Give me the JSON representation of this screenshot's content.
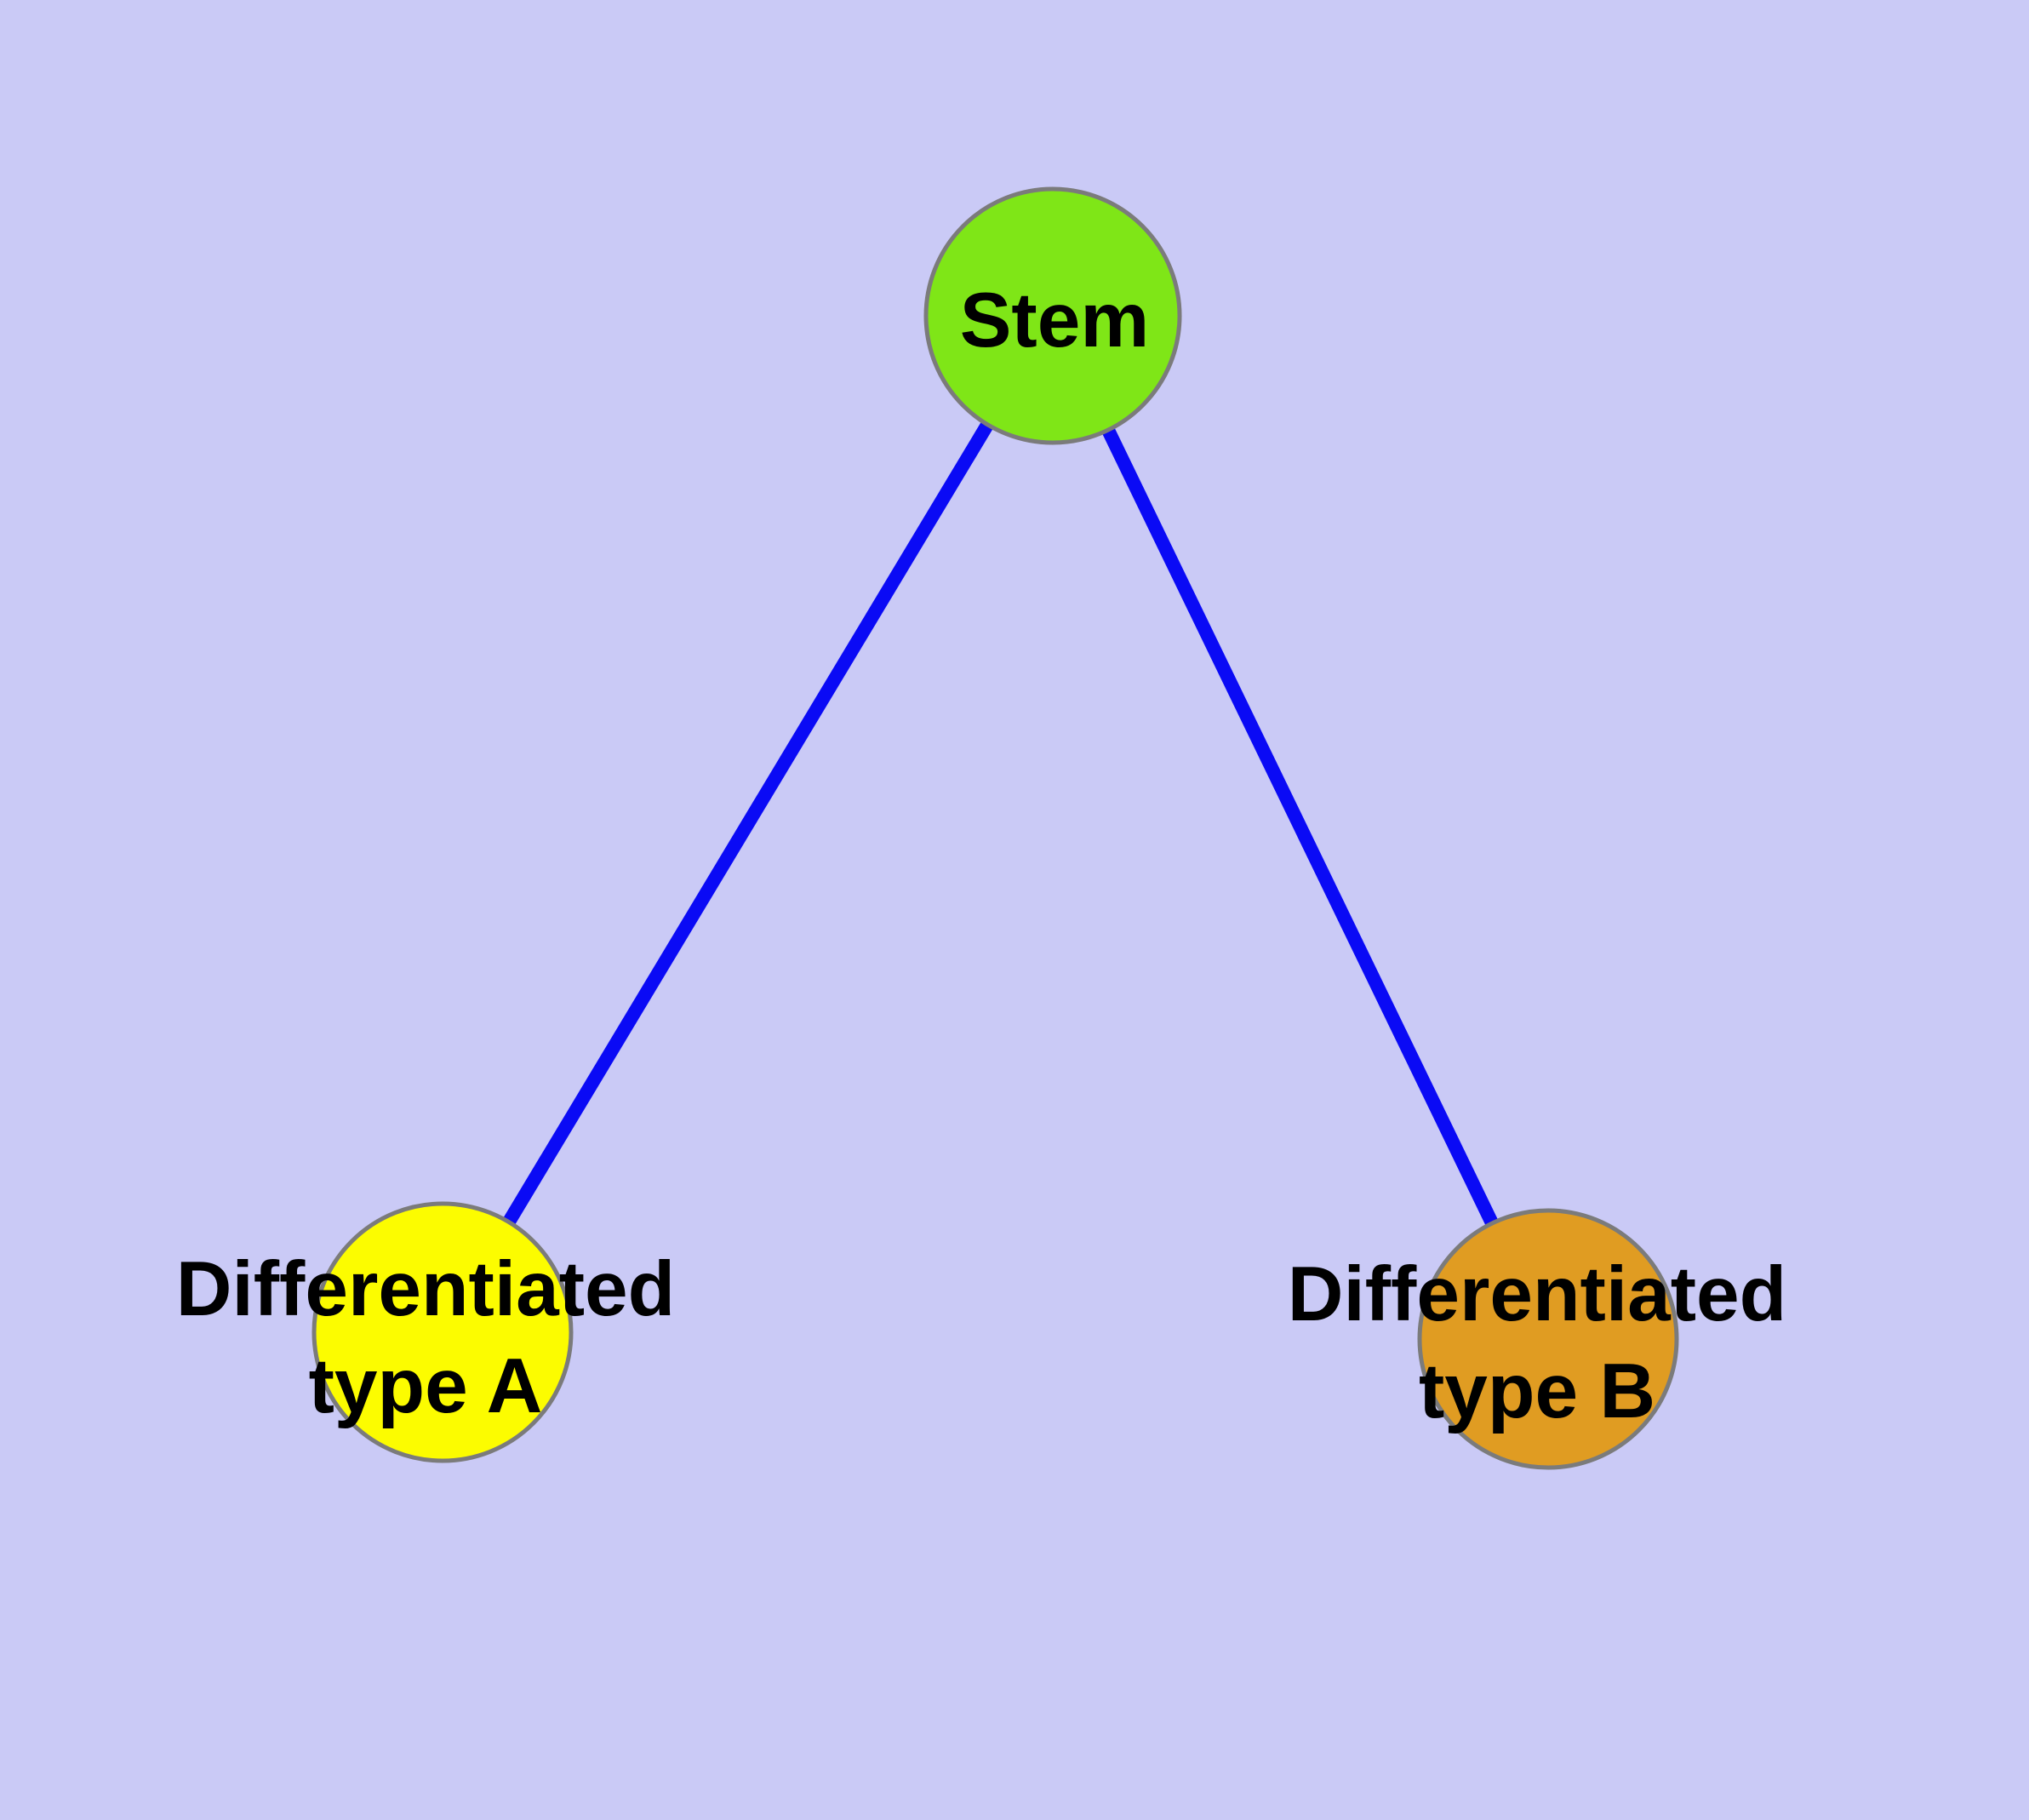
{
  "diagram": {
    "type": "node-link-graph",
    "background_color": "#cacaf6",
    "edge_color": "#0a0af5",
    "node_border_color": "#7b7b7b",
    "label_color": "#000000",
    "nodes": [
      {
        "id": "stem",
        "label": "Stem",
        "label_line1": "Stem",
        "label_line2": "",
        "color": "#7fe617"
      },
      {
        "id": "typeA",
        "label": "Differentiated type A",
        "label_line1": "Differentiated",
        "label_line2": "type A",
        "color": "#fcfc00"
      },
      {
        "id": "typeB",
        "label": "Differentiated type B",
        "label_line1": "Differentiated",
        "label_line2": "type B",
        "color": "#e09c22"
      }
    ],
    "edges": [
      {
        "from": "Stem",
        "to": "Differentiated type A"
      },
      {
        "from": "Stem",
        "to": "Differentiated type B"
      }
    ]
  }
}
